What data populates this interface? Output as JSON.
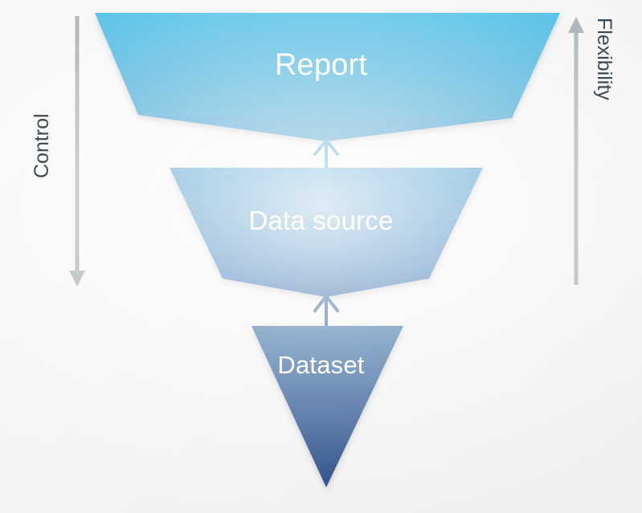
{
  "diagram": {
    "title": "Report / Data source / Dataset funnel",
    "background_color": "#f4f4f4",
    "stages": [
      {
        "id": "report",
        "label": "Report",
        "shape": "trapezoid-down",
        "order": 1,
        "fill_top": "#2aafdf",
        "fill_bottom": "#2397ca",
        "fold_color": "#1f88bb",
        "label_color": "#ffffff"
      },
      {
        "id": "data-source",
        "label": "Data source",
        "shape": "trapezoid-down",
        "order": 2,
        "fill_top": "#2585c1",
        "fill_bottom": "#1e61a7",
        "fold_color": "#1c5696",
        "label_color": "#ffffff"
      },
      {
        "id": "dataset",
        "label": "Dataset",
        "shape": "triangle-down",
        "order": 3,
        "fill_top": "#225d98",
        "fill_bottom": "#1d3d7c",
        "label_color": "#ffffff"
      }
    ],
    "connectors": [
      {
        "id": "dataset-to-data-source",
        "from": "dataset",
        "to": "data-source",
        "direction": "up",
        "color": "#1d4b92"
      },
      {
        "id": "data-source-to-report",
        "from": "data-source",
        "to": "report",
        "direction": "up",
        "color": "#2292cf"
      }
    ],
    "axes": [
      {
        "id": "control-axis",
        "label": "Control",
        "side": "left",
        "direction": "down",
        "color": "#9aa3a8",
        "label_color": "#3a4a55"
      },
      {
        "id": "flexibility-axis",
        "label": "Flexibility",
        "side": "right",
        "direction": "up",
        "color": "#9aa3a8",
        "label_color": "#3a4a55"
      }
    ]
  }
}
